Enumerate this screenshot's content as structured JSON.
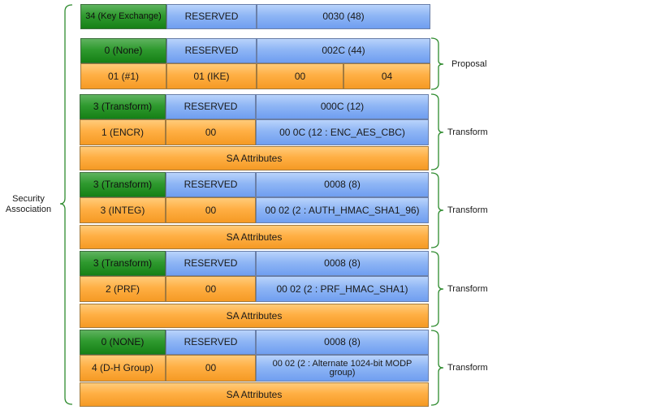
{
  "key_exchange": {
    "type": "34 (Key Exchange)",
    "reserved": "RESERVED",
    "length": "0030 (48)"
  },
  "proposal": {
    "label": "Proposal",
    "next": "0 (None)",
    "reserved": "RESERVED",
    "length": "002C (44)",
    "number": "01 (#1)",
    "protocol": "01 (IKE)",
    "spi_size": "00",
    "num_transforms": "04"
  },
  "transforms": [
    {
      "label": "Transform",
      "next": "3 (Transform)",
      "reserved": "RESERVED",
      "length": "000C (12)",
      "type": "1 (ENCR)",
      "reserved2": "00",
      "id": "00 0C (12 : ENC_AES_CBC)",
      "attrs": "SA Attributes"
    },
    {
      "label": "Transform",
      "next": "3 (Transform)",
      "reserved": "RESERVED",
      "length": "0008 (8)",
      "type": "3 (INTEG)",
      "reserved2": "00",
      "id": "00 02 (2 : AUTH_HMAC_SHA1_96)",
      "attrs": "SA Attributes"
    },
    {
      "label": "Transform",
      "next": "3 (Transform)",
      "reserved": "RESERVED",
      "length": "0008 (8)",
      "type": "2 (PRF)",
      "reserved2": "00",
      "id": "00 02 (2 : PRF_HMAC_SHA1)",
      "attrs": "SA Attributes"
    },
    {
      "label": "Transform",
      "next": "0 (NONE)",
      "reserved": "RESERVED",
      "length": "0008 (8)",
      "type": "4 (D-H Group)",
      "reserved2": "00",
      "id": "00 02 (2 : Alternate 1024-bit MODP group)",
      "attrs": "SA Attributes"
    }
  ],
  "security_association_label": "Security Association",
  "colors": {
    "green": "#2f9a2f",
    "blue": "#8fb6f5",
    "orange": "#ffaf44",
    "brace": "#2e8b2e"
  }
}
